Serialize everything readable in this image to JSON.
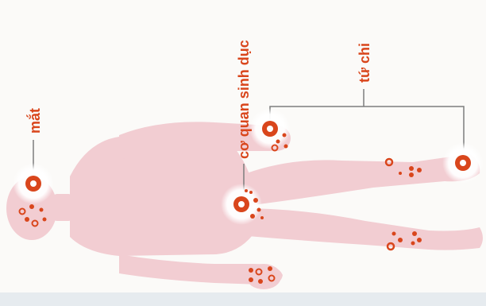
{
  "labels": {
    "eyes": "mắt",
    "genitals": "cơ quan sinh dục",
    "limbs": "tứ chi"
  },
  "colors": {
    "body": "#f2cdd2",
    "accent": "#d9461c",
    "label": "#d9461c",
    "leader_line": "#7d7d7d",
    "background": "#fbfaf8",
    "bottom_band": "#e6ebef"
  },
  "icons": [
    "target-marker",
    "lesion-dots"
  ]
}
